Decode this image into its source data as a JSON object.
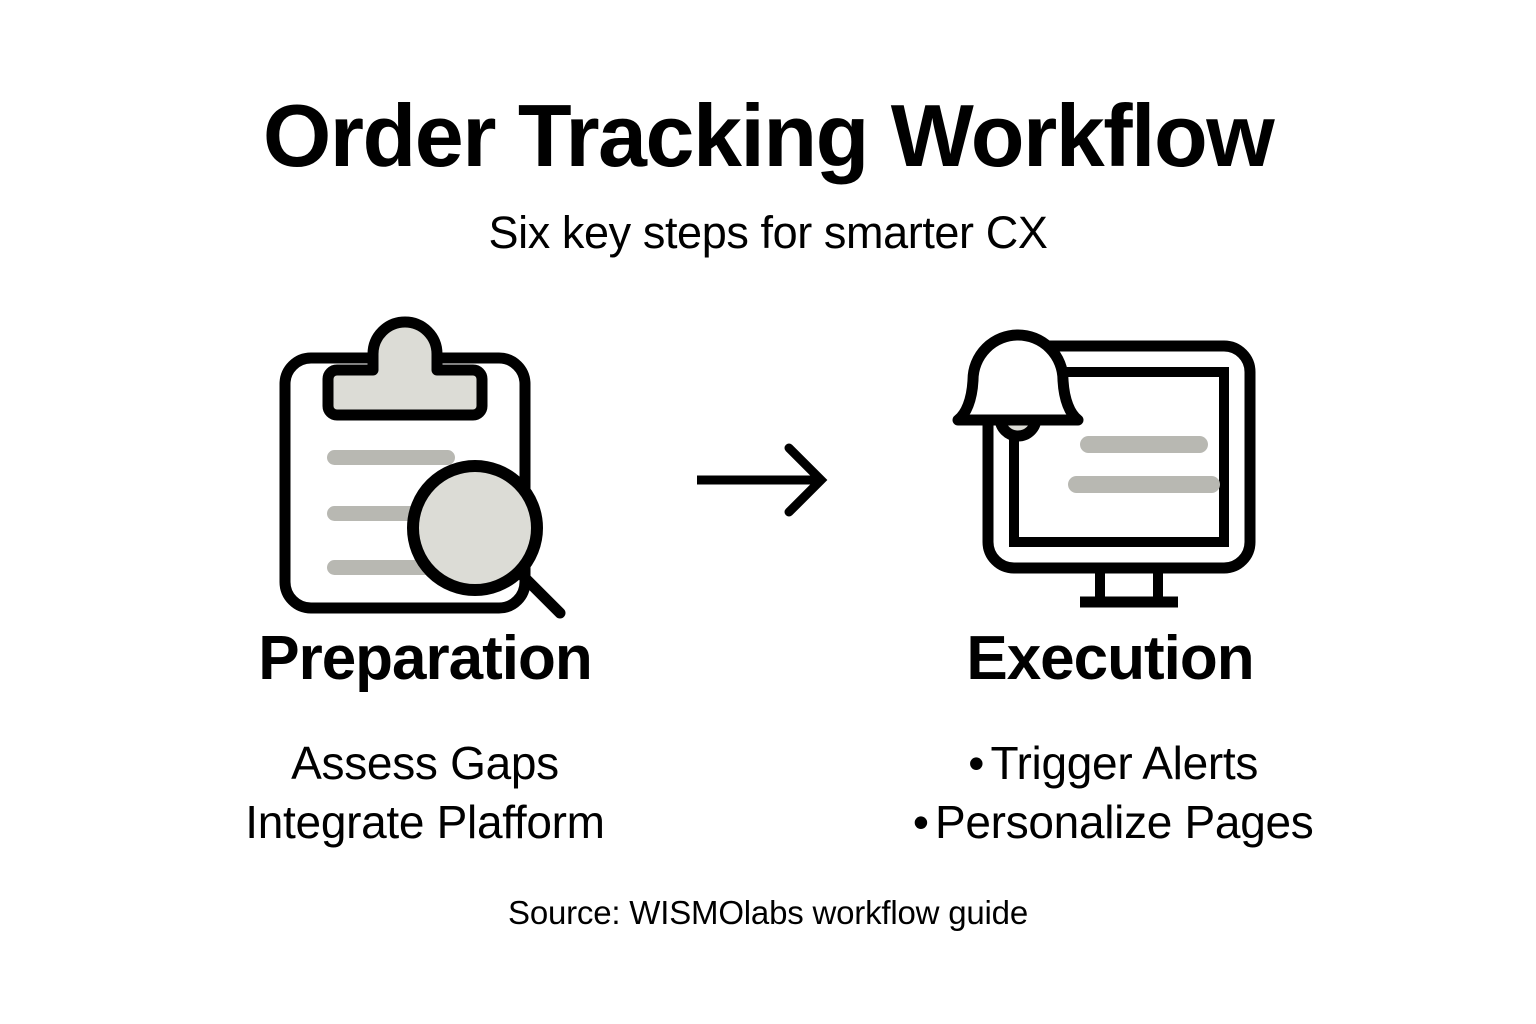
{
  "header": {
    "title": "Order Tracking Workflow",
    "subtitle": "Six key steps for smarter CX"
  },
  "flow": {
    "arrow": {
      "icon": "arrow-right-icon",
      "direction": "right"
    },
    "stages": [
      {
        "id": "preparation",
        "heading": "Preparation",
        "icon": "clipboard-magnifier-icon",
        "bulleted": false,
        "items": [
          "Assess Gaps",
          "Integrate Plafform"
        ]
      },
      {
        "id": "execution",
        "heading": "Execution",
        "icon": "monitor-bell-icon",
        "bulleted": true,
        "bullet_char": "•",
        "items": [
          "Trigger Alerts",
          "Personalize Pages"
        ]
      }
    ]
  },
  "source": {
    "text": "Source: WISMOlabs workflow guide"
  },
  "colors": {
    "background": "#ffffff",
    "ink": "#000000",
    "fill_light": "#dcdcd6",
    "fill_mid": "#b8b8b2"
  }
}
